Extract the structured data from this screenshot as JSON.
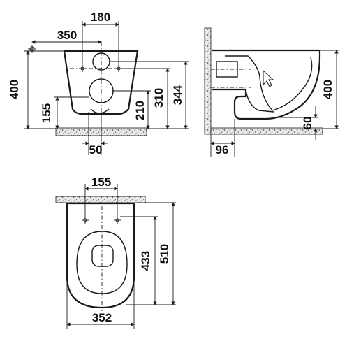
{
  "front_view": {
    "dim_width_top": "180",
    "dim_width_mid": "350",
    "dim_height_total": "400",
    "dim_height_155": "155",
    "dim_height_210": "210",
    "dim_height_310": "310",
    "dim_height_344": "344",
    "dim_offset_50": "50"
  },
  "side_view": {
    "dim_height_total": "400",
    "dim_height_60": "60",
    "dim_depth_96": "96"
  },
  "top_view": {
    "dim_width_155": "155",
    "dim_length_433": "433",
    "dim_length_510": "510",
    "dim_width_352": "352"
  }
}
